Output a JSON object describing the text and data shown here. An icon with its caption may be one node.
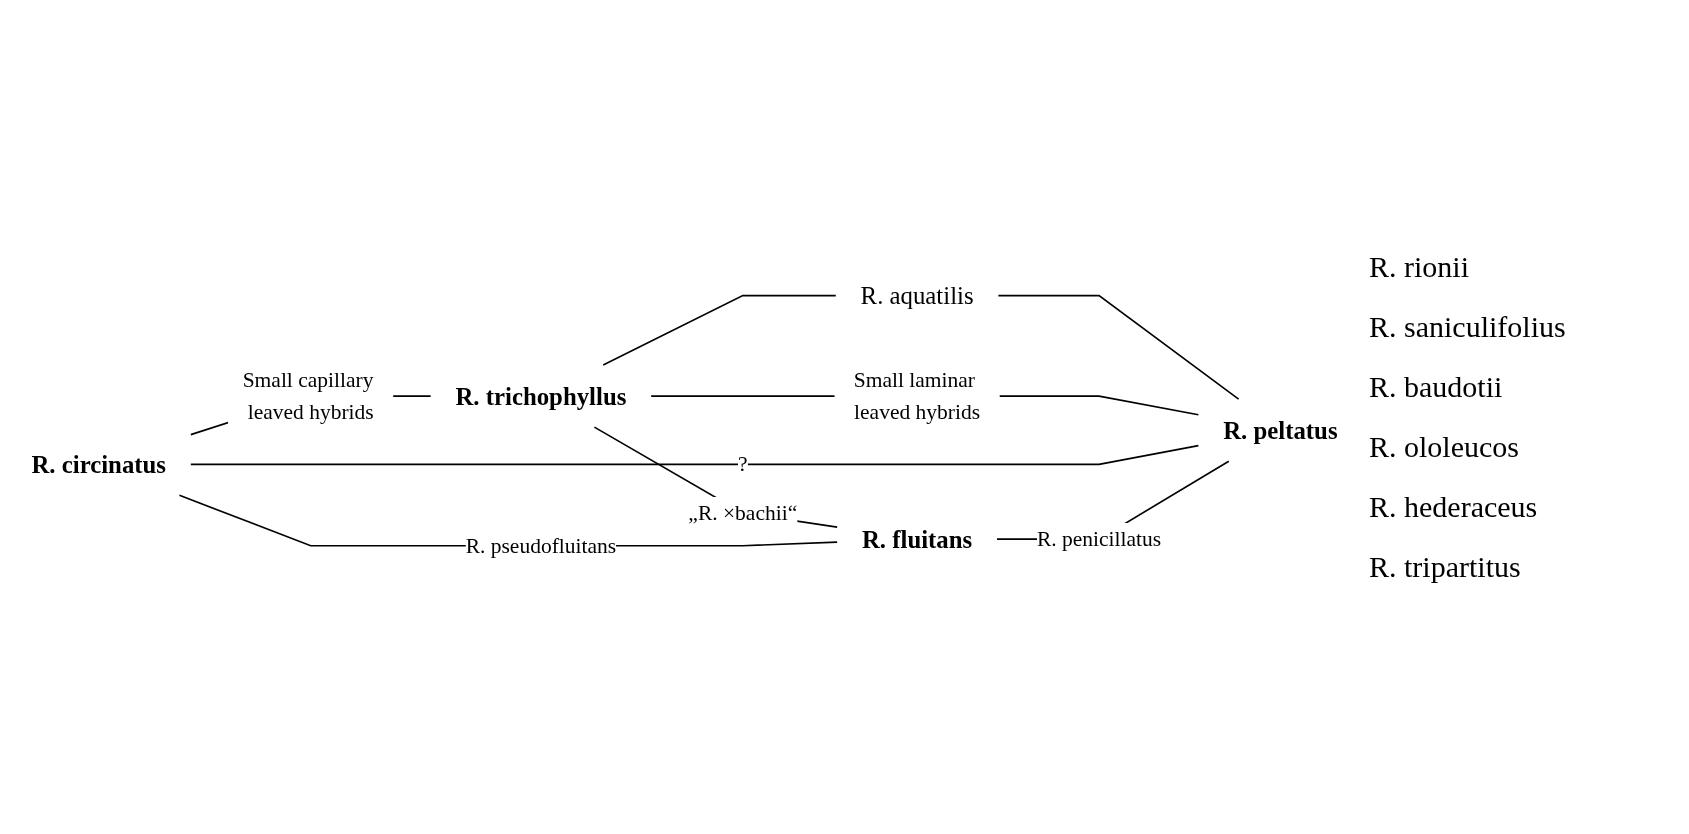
{
  "diagram": {
    "nodes": [
      {
        "text": [
          "R. trichophyllus"
        ]
      },
      {
        "text": [
          "R. aquatilis"
        ]
      },
      {
        "text": [
          "R. circinatus"
        ]
      },
      {
        "text": [
          "R. peltatus"
        ]
      },
      {
        "text": [
          "R. fluitans"
        ]
      }
    ],
    "edges": [
      {
        "from": 0,
        "to": 1,
        "arrow": "none"
      },
      {
        "from": 1,
        "to": 3,
        "arrow": "none"
      },
      {
        "from": 2,
        "to": 0,
        "arrow": "none",
        "label": "Small capillary leaved hybrids"
      },
      {
        "from": 0,
        "to": 3,
        "arrow": "none",
        "label": "Small laminar leaved hybrids"
      },
      {
        "from": 0,
        "to": 4,
        "arrow": "none",
        "label": "„R. ×bachii“"
      },
      {
        "from": 2,
        "to": 3,
        "arrow": "none",
        "label": "?"
      },
      {
        "from": 2,
        "to": 4,
        "arrow": "none",
        "label": "R. pseudofluitans"
      },
      {
        "from": 4,
        "to": 3,
        "arrow": "none",
        "label": "R. penicillatus"
      }
    ],
    "labels": [
      "R. rionii",
      "R. saniculifolius",
      "R. baudotii",
      "R. ololeucos",
      "R. hederaceus",
      "R. tripartitus"
    ]
  }
}
